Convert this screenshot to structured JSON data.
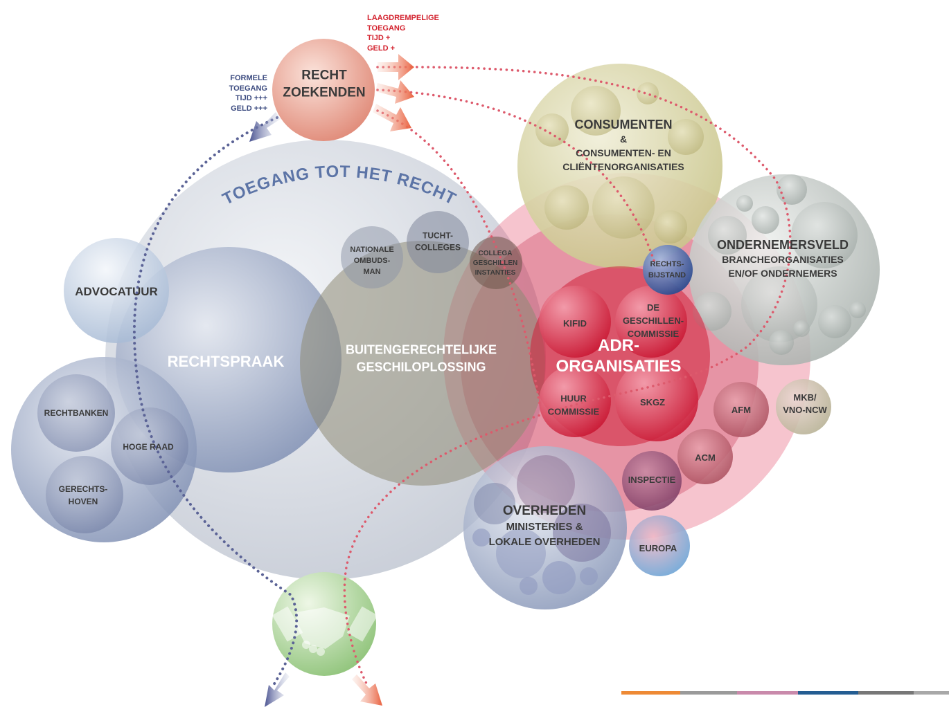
{
  "diagram_title": "TOEGANG TOT HET RECHT",
  "center_hub": {
    "lines": [
      "RECHT",
      "ZOEKENDEN"
    ]
  },
  "formal_route": {
    "lines": [
      "FORMELE",
      "TOEGANG",
      "TIJD +++",
      "GELD +++"
    ]
  },
  "informal_route": {
    "lines": [
      "LAAGDREMPELIGE",
      "TOEGANG",
      "TIJD +",
      "GELD +"
    ]
  },
  "groups": {
    "advocatuur": {
      "lines": [
        "ADVOCATUUR"
      ]
    },
    "rechtspraak": {
      "lines": [
        "RECHTSPRAAK"
      ]
    },
    "rechtbanken": {
      "lines": [
        "RECHTBANKEN"
      ]
    },
    "hoge_raad": {
      "lines": [
        "HOGE RAAD"
      ]
    },
    "gerechtshoven": {
      "lines": [
        "GERECHTS-",
        "HOVEN"
      ]
    },
    "buitengerechtelijk": {
      "lines": [
        "BUITENGERECHTELIJKE",
        "GESCHILOPLOSSING"
      ]
    },
    "ombudsman": {
      "lines": [
        "NATIONALE",
        "OMBUDS-",
        "MAN"
      ]
    },
    "tuchtcolleges": {
      "lines": [
        "TUCHT-",
        "COLLEGES"
      ]
    },
    "collega": {
      "lines": [
        "COLLEGA",
        "GESCHILLEN",
        "INSTANTIES"
      ]
    },
    "consumenten": {
      "title": "CONSUMENTEN",
      "lines": [
        "&",
        "CONSUMENTEN- EN",
        "CLIËNTENORGANISATIES"
      ]
    },
    "ondernemersveld": {
      "title": "ONDERNEMERSVELD",
      "lines": [
        "BRANCHEORGANISATIES",
        "EN/OF ONDERNEMERS"
      ]
    },
    "rechtsbijstand": {
      "lines": [
        "RECHTS-",
        "BIJSTAND"
      ]
    },
    "adr": {
      "lines": [
        "ADR-",
        "ORGANISATIES"
      ]
    },
    "kifid": {
      "lines": [
        "KIFID"
      ]
    },
    "geschillencommissie": {
      "lines": [
        "DE",
        "GESCHILLEN-",
        "COMMISSIE"
      ]
    },
    "huurcommissie": {
      "lines": [
        "HUUR",
        "COMMISSIE"
      ]
    },
    "skgz": {
      "lines": [
        "SKGZ"
      ]
    },
    "afm": {
      "lines": [
        "AFM"
      ]
    },
    "mkb": {
      "lines": [
        "MKB/",
        "VNO-NCW"
      ]
    },
    "acm": {
      "lines": [
        "ACM"
      ]
    },
    "inspectie": {
      "lines": [
        "INSPECTIE"
      ]
    },
    "overheden": {
      "title": "OVERHEDEN",
      "lines": [
        "MINISTERIES &",
        "LOKALE OVERHEDEN"
      ]
    },
    "europa": {
      "lines": [
        "EUROPA"
      ]
    }
  },
  "agreement_icon": "handshake-icon",
  "footer_bar_colors": [
    "#ee8a35",
    "#9a9a9a",
    "#c98aab",
    "#245d92",
    "#777777",
    "#a8a8a8"
  ],
  "colors": {
    "formal_blue": "#3b4a7f",
    "informal_red": "#d3222e",
    "title_blue": "#5c74a6",
    "adr_red": "#d0213b"
  }
}
